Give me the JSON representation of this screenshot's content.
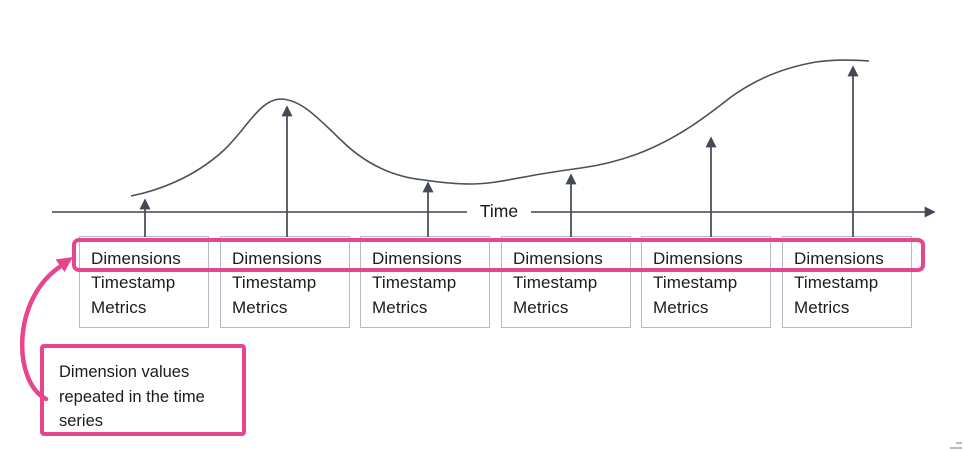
{
  "axis": {
    "label": "Time"
  },
  "records": [
    {
      "dimensions": "Dimensions",
      "timestamp": "Timestamp",
      "metrics": "Metrics"
    },
    {
      "dimensions": "Dimensions",
      "timestamp": "Timestamp",
      "metrics": "Metrics"
    },
    {
      "dimensions": "Dimensions",
      "timestamp": "Timestamp",
      "metrics": "Metrics"
    },
    {
      "dimensions": "Dimensions",
      "timestamp": "Timestamp",
      "metrics": "Metrics"
    },
    {
      "dimensions": "Dimensions",
      "timestamp": "Timestamp",
      "metrics": "Metrics"
    },
    {
      "dimensions": "Dimensions",
      "timestamp": "Timestamp",
      "metrics": "Metrics"
    }
  ],
  "callout": {
    "text": "Dimension values repeated in the time series"
  },
  "icons": {
    "axis_arrowhead": "right-arrow-icon",
    "sample_arrowheads": "up-arrow-icon",
    "callout_pointer": "curved-arrow-icon"
  },
  "colors": {
    "accent_pink": "#e8458f",
    "curve_line": "#4a505c",
    "axis_line": "#6e727a",
    "box_border": "#b6bac3",
    "text": "#1a1b1e"
  }
}
